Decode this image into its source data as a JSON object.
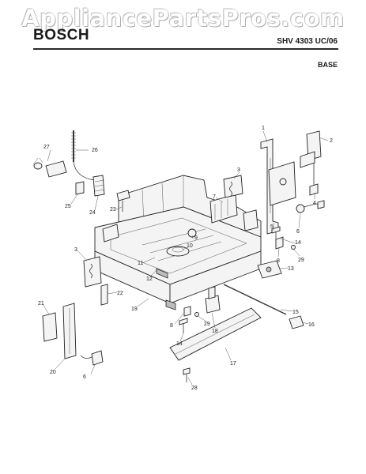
{
  "watermark": "AppliancePartsPros.com",
  "brand": "BOSCH",
  "model": "SHV 4303 UC/06",
  "section": "BASE",
  "callouts": [
    "1",
    "2",
    "3",
    "4",
    "5",
    "6",
    "7",
    "8",
    "29",
    "14",
    "13",
    "15",
    "16",
    "17",
    "28",
    "9",
    "10",
    "11",
    "12",
    "19",
    "22",
    "3",
    "21",
    "20",
    "6",
    "8",
    "29",
    "18",
    "14",
    "27",
    "26",
    "25",
    "24",
    "23"
  ]
}
